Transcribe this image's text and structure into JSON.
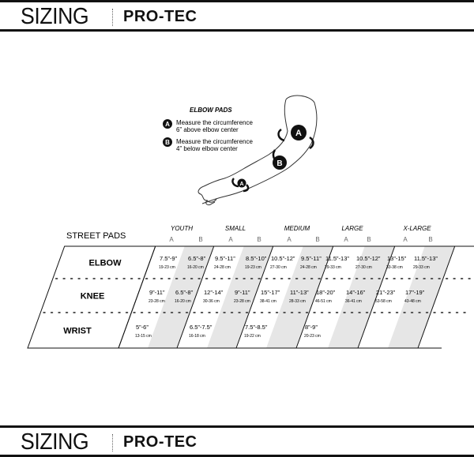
{
  "header": {
    "title": "SIZING",
    "brand": "PRO-TEC"
  },
  "footer": {
    "title": "SIZING",
    "brand": "PRO-TEC"
  },
  "diagram": {
    "heading": "ELBOW PADS",
    "point_a": {
      "marker": "A",
      "line1": "Measure the circumference",
      "line2": "6” above elbow center"
    },
    "point_b": {
      "marker": "B",
      "line1": "Measure the circumference",
      "line2": "4” below elbow center"
    }
  },
  "table": {
    "title": "STREET PADS",
    "sizes": [
      "YOUTH",
      "SMALL",
      "MEDIUM",
      "LARGE",
      "X-LARGE"
    ],
    "sub_a": "A",
    "sub_b": "B",
    "rows": [
      {
        "label": "ELBOW",
        "cells": [
          [
            "7.5”-9”",
            "19-23 cm"
          ],
          [
            "6.5”-8”",
            "16-20 cm"
          ],
          [
            "9.5”-11”",
            "24-28 cm"
          ],
          [
            "8.5”-10”",
            "19-23 cm"
          ],
          [
            "10.5”-12”",
            "27-30 cm"
          ],
          [
            "9.5”-11”",
            "24-28 cm"
          ],
          [
            "11.5”-13”",
            "29-33 cm"
          ],
          [
            "10.5”-12”",
            "27-30 cm"
          ],
          [
            "13”-15”",
            "33-38 cm"
          ],
          [
            "11.5”-13”",
            "29-33 cm"
          ]
        ]
      },
      {
        "label": "KNEE",
        "cells": [
          [
            "9”-11”",
            "23-28 cm"
          ],
          [
            "6.5”-8”",
            "16-20 cm"
          ],
          [
            "12”-14”",
            "30-36 cm"
          ],
          [
            "9”-11”",
            "23-28 cm"
          ],
          [
            "15”-17”",
            "38-41 cm"
          ],
          [
            "11”-13”",
            "28-33 cm"
          ],
          [
            "18”-20”",
            "46-51 cm"
          ],
          [
            "14”-16”",
            "36-41 cm"
          ],
          [
            "21”-23”",
            "53-58 cm"
          ],
          [
            "17”-19”",
            "43-48 cm"
          ]
        ]
      },
      {
        "label": "WRIST",
        "cells": [
          [
            "5”-6”",
            "13-15 cm"
          ],
          [
            "6.5”-7.5”",
            "16-18 cm"
          ],
          [
            "7.5”-8.5”",
            "19-22 cm"
          ],
          [
            "8”-9”",
            "20-23 cm"
          ]
        ]
      }
    ]
  },
  "colors": {
    "ink": "#111111",
    "band_shade": "#e6e6e6"
  }
}
